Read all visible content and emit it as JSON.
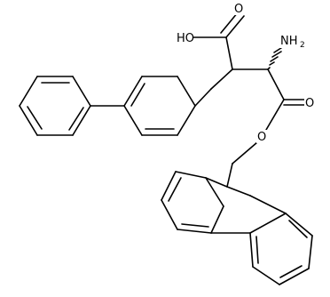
{
  "molecule": {
    "labels": {
      "hydroxyl": "HO",
      "amine_main": "NH",
      "amine_sub": "2",
      "carboxyl_oxygen": "O",
      "ester_carbonyl_oxygen": "O",
      "ester_oxygen": "O"
    },
    "colors": {
      "bond": "#000000",
      "background": "#ffffff"
    }
  }
}
